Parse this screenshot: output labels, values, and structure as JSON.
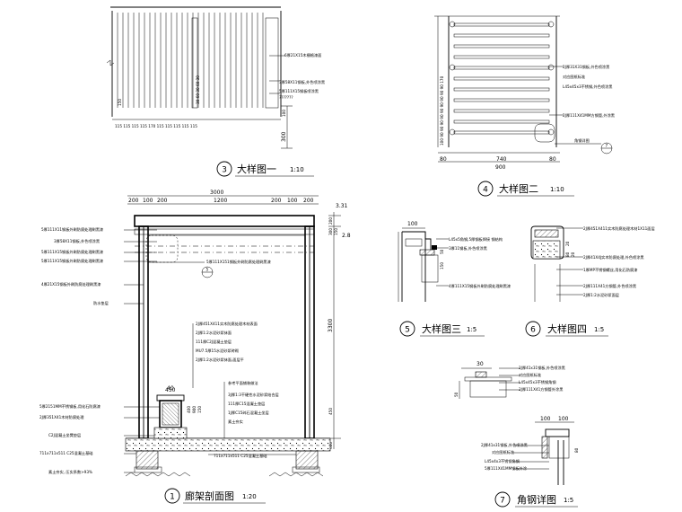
{
  "drawings": {
    "d3": {
      "num": "3",
      "title": "大样图一",
      "scale": "1:10"
    },
    "d4": {
      "num": "4",
      "title": "大样图二",
      "scale": "1:10"
    },
    "d1": {
      "num": "1",
      "title": "廊架剖面图",
      "scale": "1:20"
    },
    "d5": {
      "num": "5",
      "title": "大样图三",
      "scale": "1:5"
    },
    "d6": {
      "num": "6",
      "title": "大样图四",
      "scale": "1:5"
    },
    "d7": {
      "num": "7",
      "title": "角钢详图",
      "scale": "1:5"
    }
  },
  "detail3": {
    "notes": [
      "6厚21X15木栅格漆面",
      "3厚58X11钢板,外色喷涂黑",
      "5厚111X15钢板喷涂黑",
      "???????"
    ],
    "dims_bottom": "115 115 115 115 170 115 115 115 115 115",
    "dim_right_a": "100",
    "dim_right_b": "300",
    "left_dims": "150",
    "mid_dims": "30 60 30 60 30"
  },
  "detail4": {
    "notes": [
      "2J厚31X31钢板,外色喷涂黑",
      "对应图纸标准",
      "L45x45x3不锈钢,外色喷涂黑",
      "2J厚111X41MM方钢管,外涂黑"
    ],
    "dims_left": "100 90 90 90 90 90 90 90 90 90 170",
    "dims_bottom": [
      "80",
      "740",
      "80"
    ],
    "dim_total": "900",
    "marker": "7",
    "marker_label": "角钢详图"
  },
  "section1": {
    "dims_top": [
      "200",
      "100",
      "200",
      "1200",
      "200",
      "100",
      "200"
    ],
    "dim_overall": "3000",
    "dims_right_top": [
      "3.31",
      "2.8"
    ],
    "dims_right": [
      "200",
      "300",
      "150",
      "3300",
      "450",
      "600"
    ],
    "bench_dims": [
      "40",
      "450",
      "400",
      "900",
      "150"
    ],
    "marker": "5",
    "notes_left": [
      "5厚111X11钢板外刷防腐处理刷黑漆",
      "3厚58X11钢板,外色喷涂黑",
      "5厚111X15钢板外刷防腐处理刷黑漆",
      "5厚111X15钢板外刷防腐处理刷黑漆",
      "4厚21X15钢板外刷防腐处理刷黑漆",
      "防水垫层",
      "5厚2151MM不锈钢板,用化石防腐漆",
      "2J厚351X41木材防腐处理",
      "C2J混凝土坐凳垫层",
      "711x711x511 C25混凝土基础",
      "素土夯实, 压实系数>93%"
    ],
    "notes_center": [
      "5厚111X151钢板外刷防腐处理刷黑漆",
      "2J厚451X411实木防腐处理木材表面",
      "2J厚1:2水泥砂浆抹面",
      "111厚C2J混凝土垫层",
      "MU7.5厚15水泥砂浆砖砌",
      "2J厚1:2水泥砂浆抹面,面层平"
    ],
    "notes_ground": [
      "参考平面铺装做法",
      "3J厚1:3干硬性水泥砂浆结合层",
      "111厚C15混凝土垫层",
      "1J厚C15碎石混凝土坐层",
      "素土夯实"
    ],
    "notes_right": [
      "711x711x511 C25混凝土基础"
    ]
  },
  "detail5": {
    "dim_top": "100",
    "dims_right": [
      "150",
      "50"
    ],
    "notes": [
      "L45x5角钢,5厚钢板焊接 钢结构",
      "3厚11钢板,外色喷涂黑",
      "4厚111X15钢板外刷防腐处理刷黑漆"
    ]
  },
  "detail6": {
    "dims": [
      "20",
      "80",
      "20"
    ],
    "notes": [
      "2J厚451X411实木防腐处理木材1X11面层",
      "2J厚41X4J实木防腐处理,外色喷涂黑",
      "1厚MP不锈钢螺丝,用化石防腐漆",
      "2J厚111X41方钢管,外色喷涂黑",
      "2J厚1:2水泥砂浆面层"
    ]
  },
  "detail7": {
    "dims": [
      "30",
      "50",
      "100",
      "100",
      "80"
    ],
    "notes_top": [
      "2J厚41x31钢板,外色喷涂黑",
      "对应图纸标准",
      "L45x45x3不锈钢角钢",
      "2J厚111X41方钢管外涂黑"
    ],
    "notes_bottom": [
      "2J厚41x31钢板,外色喷涂黑",
      "对应图纸标准",
      "L45x4x3不锈钢角钢",
      "5厚111X41MM钢板外涂"
    ]
  }
}
